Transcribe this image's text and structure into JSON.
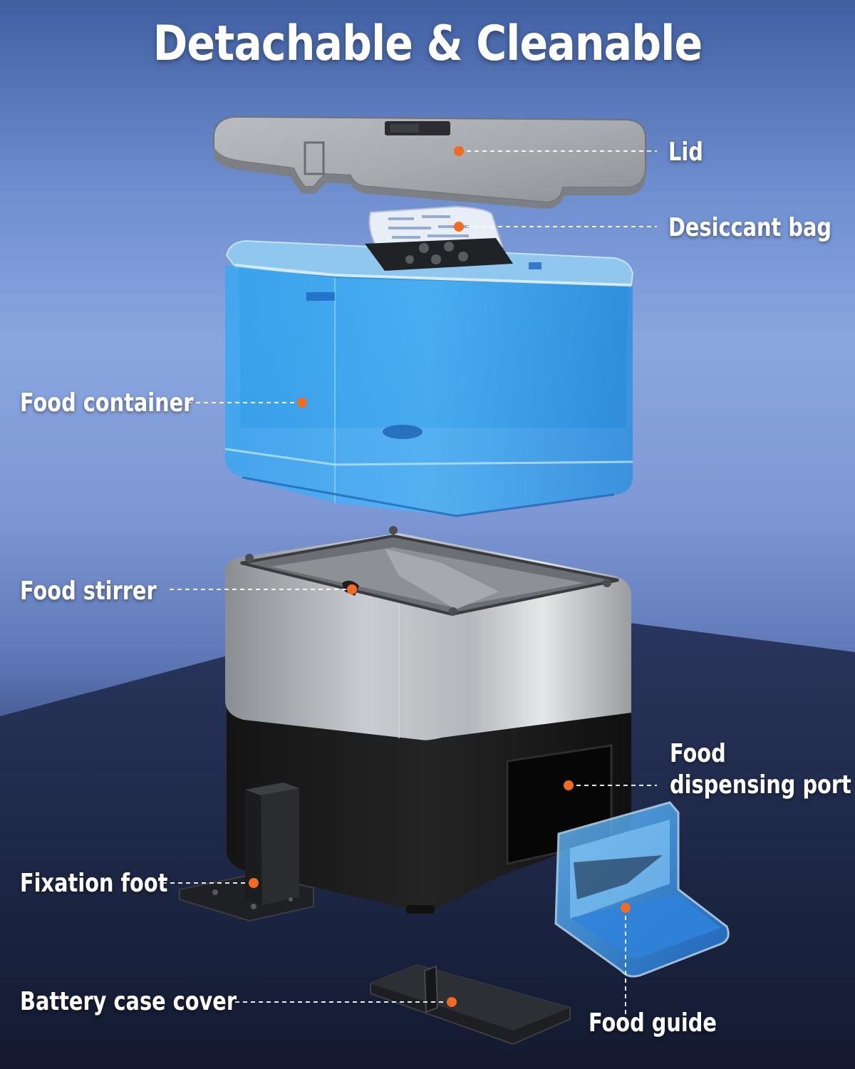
{
  "title": "Detachable & Cleanable",
  "colors": {
    "accent": "#f36a21",
    "leader": "#ffffff",
    "text": "#ffffff"
  },
  "parts": {
    "lid": "Lid",
    "desiccant_bag": "Desiccant bag",
    "food_container": "Food container",
    "food_stirrer": "Food stirrer",
    "food_dispensing_port": "Food dispensing port",
    "fixation_foot": "Fixation foot",
    "battery_case_cover": "Battery case cover",
    "food_guide": "Food guide"
  }
}
